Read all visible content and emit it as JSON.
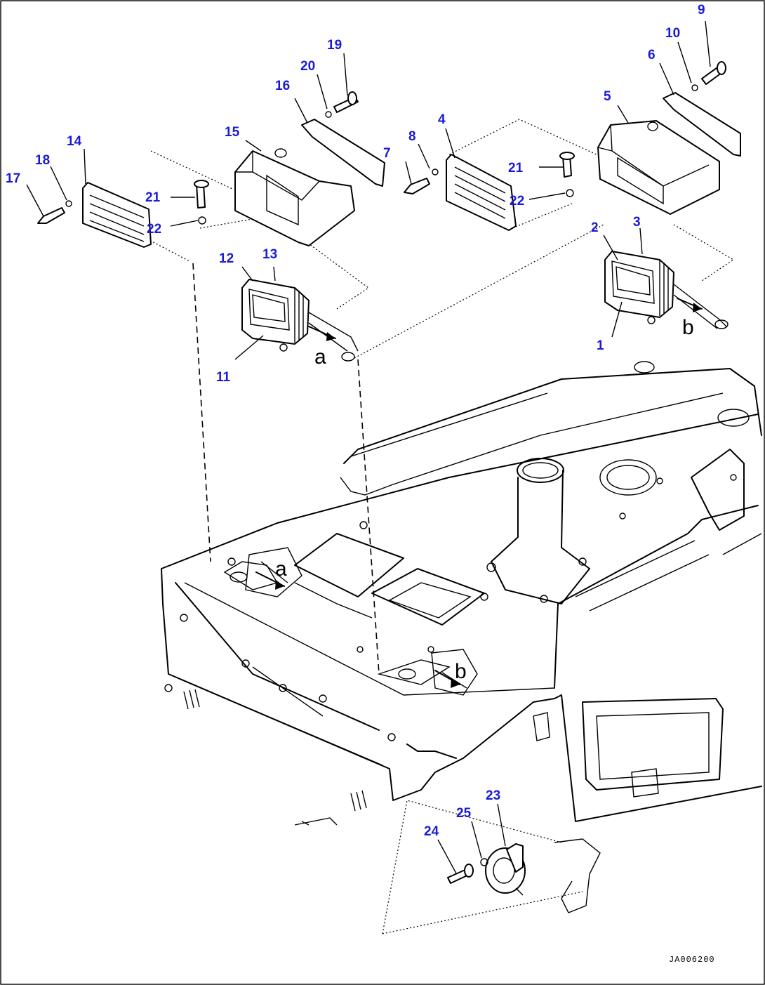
{
  "callouts": {
    "c1": "1",
    "c2": "2",
    "c3": "3",
    "c4": "4",
    "c5": "5",
    "c6": "6",
    "c7": "7",
    "c8": "8",
    "c9": "9",
    "c10": "10",
    "c11": "11",
    "c12": "12",
    "c13": "13",
    "c14": "14",
    "c15": "15",
    "c16": "16",
    "c17": "17",
    "c18": "18",
    "c19": "19",
    "c20": "20",
    "c21a": "21",
    "c21b": "21",
    "c22a": "22",
    "c22b": "22",
    "c23": "23",
    "c24": "24",
    "c25": "25"
  },
  "connection_letters": {
    "a_lamp": "a",
    "b_lamp": "b",
    "a_mount": "a",
    "b_mount": "b"
  },
  "drawing_code": "JA006200",
  "colors": {
    "callout": "#1a1ad8",
    "line": "#000000",
    "background": "#ffffff"
  }
}
